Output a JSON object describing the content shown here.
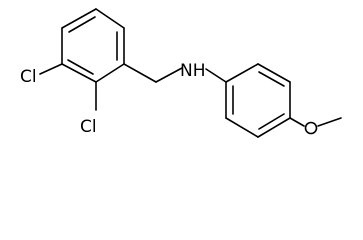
{
  "molecule": {
    "atom_labels": {
      "chlorine_top": "Cl",
      "chlorine_bottom": "Cl",
      "amine": "NH"
    }
  }
}
